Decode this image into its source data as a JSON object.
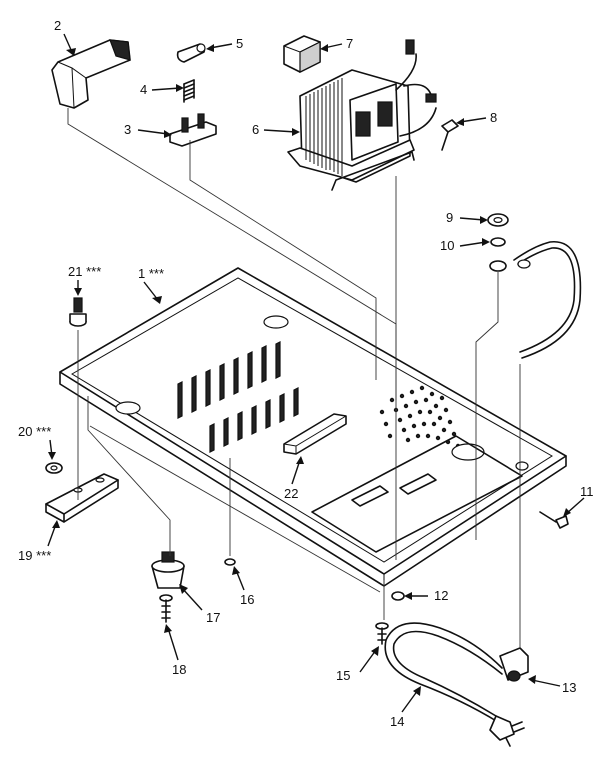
{
  "callouts": [
    {
      "id": "c2",
      "label": "2"
    },
    {
      "id": "c5",
      "label": "5"
    },
    {
      "id": "c4",
      "label": "4"
    },
    {
      "id": "c3",
      "label": "3"
    },
    {
      "id": "c7",
      "label": "7"
    },
    {
      "id": "c6",
      "label": "6"
    },
    {
      "id": "c8",
      "label": "8"
    },
    {
      "id": "c9",
      "label": "9"
    },
    {
      "id": "c10",
      "label": "10"
    },
    {
      "id": "c21",
      "label": "21 ***"
    },
    {
      "id": "c1",
      "label": "1 ***"
    },
    {
      "id": "c20",
      "label": "20 ***"
    },
    {
      "id": "c19",
      "label": "19 ***"
    },
    {
      "id": "c22",
      "label": "22"
    },
    {
      "id": "c11",
      "label": "11"
    },
    {
      "id": "c17",
      "label": "17"
    },
    {
      "id": "c16",
      "label": "16"
    },
    {
      "id": "c12",
      "label": "12"
    },
    {
      "id": "c18",
      "label": "18"
    },
    {
      "id": "c15",
      "label": "15"
    },
    {
      "id": "c13",
      "label": "13"
    },
    {
      "id": "c14",
      "label": "14"
    }
  ]
}
